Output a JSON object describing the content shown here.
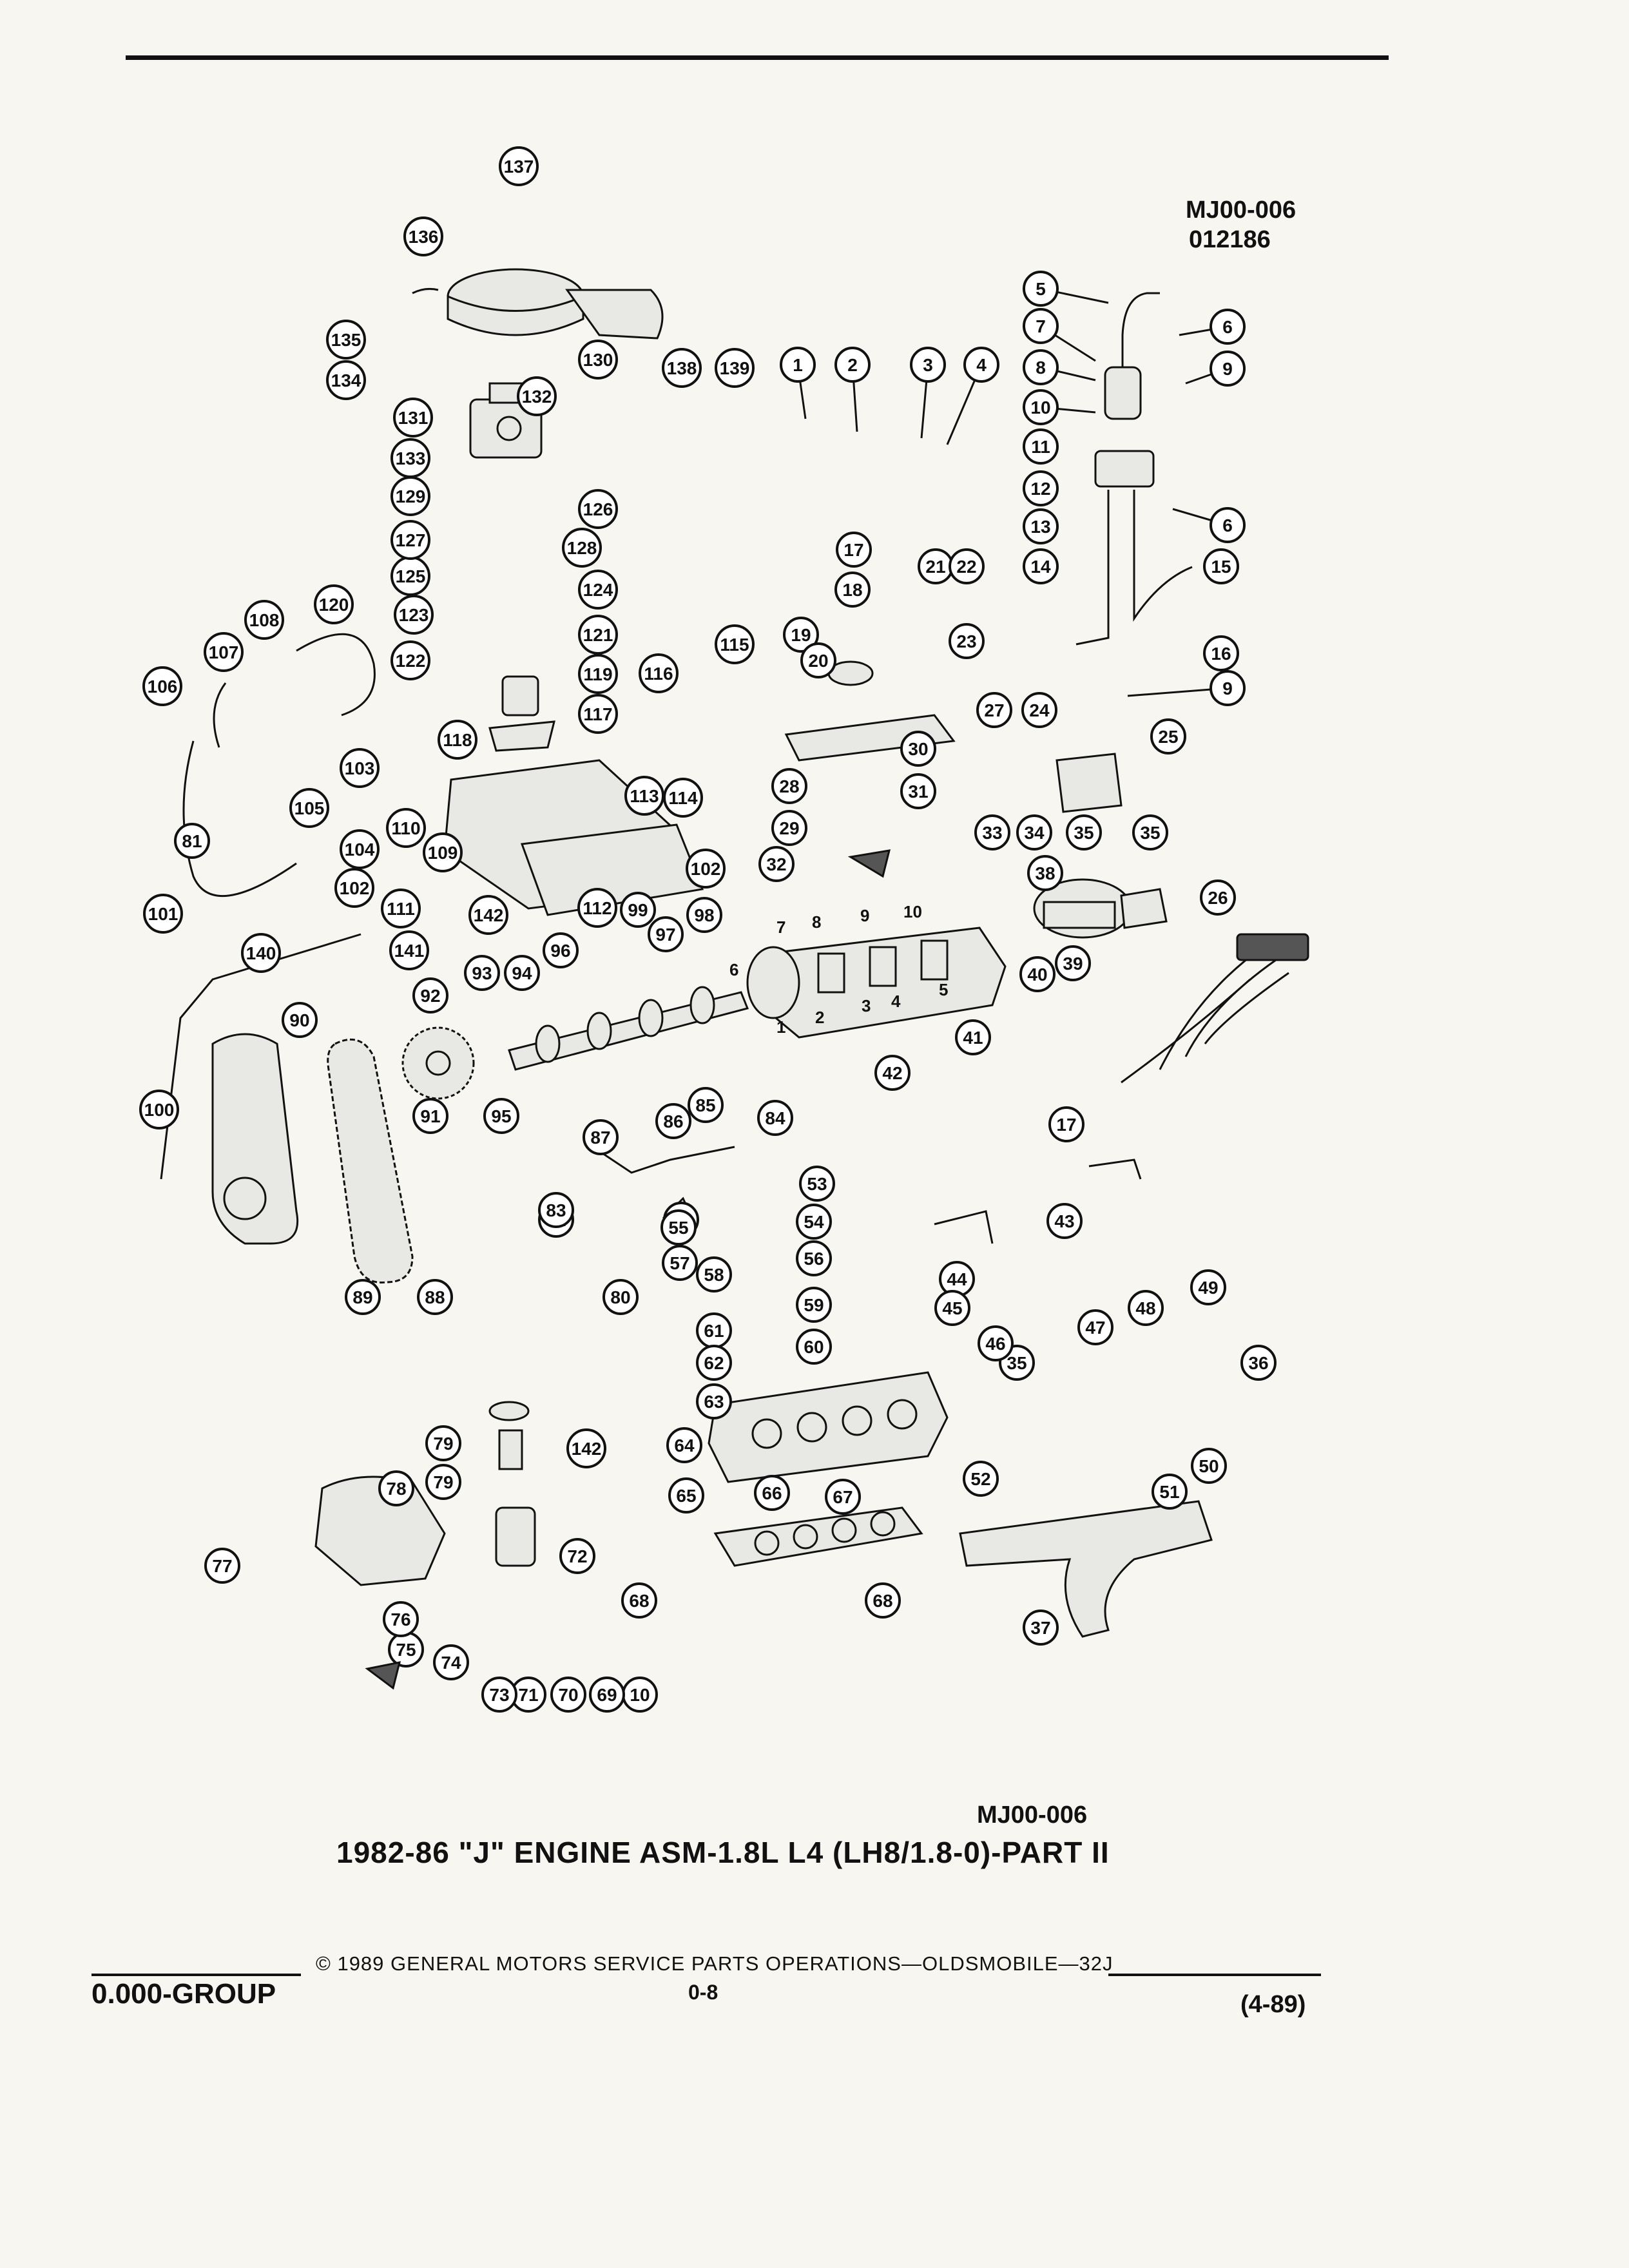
{
  "header": {
    "diagram_code": "MJ00-006",
    "diagram_date": "012186"
  },
  "figure": {
    "code_caption": "MJ00-006",
    "title": "1982-86 \"J\" ENGINE ASM-1.8L L4 (LH8/1.8-0)-PART II"
  },
  "callouts": [
    "1",
    "2",
    "3",
    "4",
    "5",
    "6",
    "6",
    "7",
    "8",
    "9",
    "9",
    "10",
    "10",
    "11",
    "12",
    "13",
    "14",
    "15",
    "16",
    "17",
    "17",
    "18",
    "19",
    "20",
    "21",
    "22",
    "23",
    "24",
    "25",
    "26",
    "27",
    "28",
    "29",
    "30",
    "31",
    "32",
    "33",
    "34",
    "35",
    "35",
    "35",
    "36",
    "37",
    "38",
    "39",
    "40",
    "41",
    "42",
    "43",
    "44",
    "45",
    "46",
    "47",
    "48",
    "49",
    "50",
    "51",
    "52",
    "53",
    "54",
    "54",
    "55",
    "56",
    "57",
    "58",
    "59",
    "60",
    "61",
    "62",
    "63",
    "64",
    "65",
    "66",
    "67",
    "68",
    "68",
    "69",
    "70",
    "71",
    "72",
    "73",
    "74",
    "75",
    "76",
    "77",
    "78",
    "79",
    "79",
    "80",
    "81",
    "82",
    "83",
    "84",
    "85",
    "86",
    "87",
    "88",
    "89",
    "90",
    "91",
    "92",
    "93",
    "94",
    "95",
    "96",
    "97",
    "98",
    "99",
    "100",
    "101",
    "102",
    "102",
    "103",
    "104",
    "105",
    "106",
    "107",
    "108",
    "109",
    "110",
    "111",
    "112",
    "113",
    "114",
    "115",
    "116",
    "117",
    "118",
    "119",
    "120",
    "121",
    "122",
    "123",
    "124",
    "125",
    "126",
    "127",
    "128",
    "129",
    "130",
    "131",
    "132",
    "133",
    "134",
    "135",
    "136",
    "137",
    "138",
    "139",
    "140",
    "141",
    "142",
    "142"
  ],
  "sequence_numbers": [
    "7",
    "8",
    "9",
    "10",
    "6",
    "1",
    "2",
    "3",
    "4",
    "5"
  ],
  "footer": {
    "group": "0.000-GROUP",
    "copyright": "© 1989 GENERAL MOTORS SERVICE PARTS OPERATIONS—OLDSMOBILE—32J",
    "page_number": "0-8",
    "revision": "(4-89)"
  }
}
